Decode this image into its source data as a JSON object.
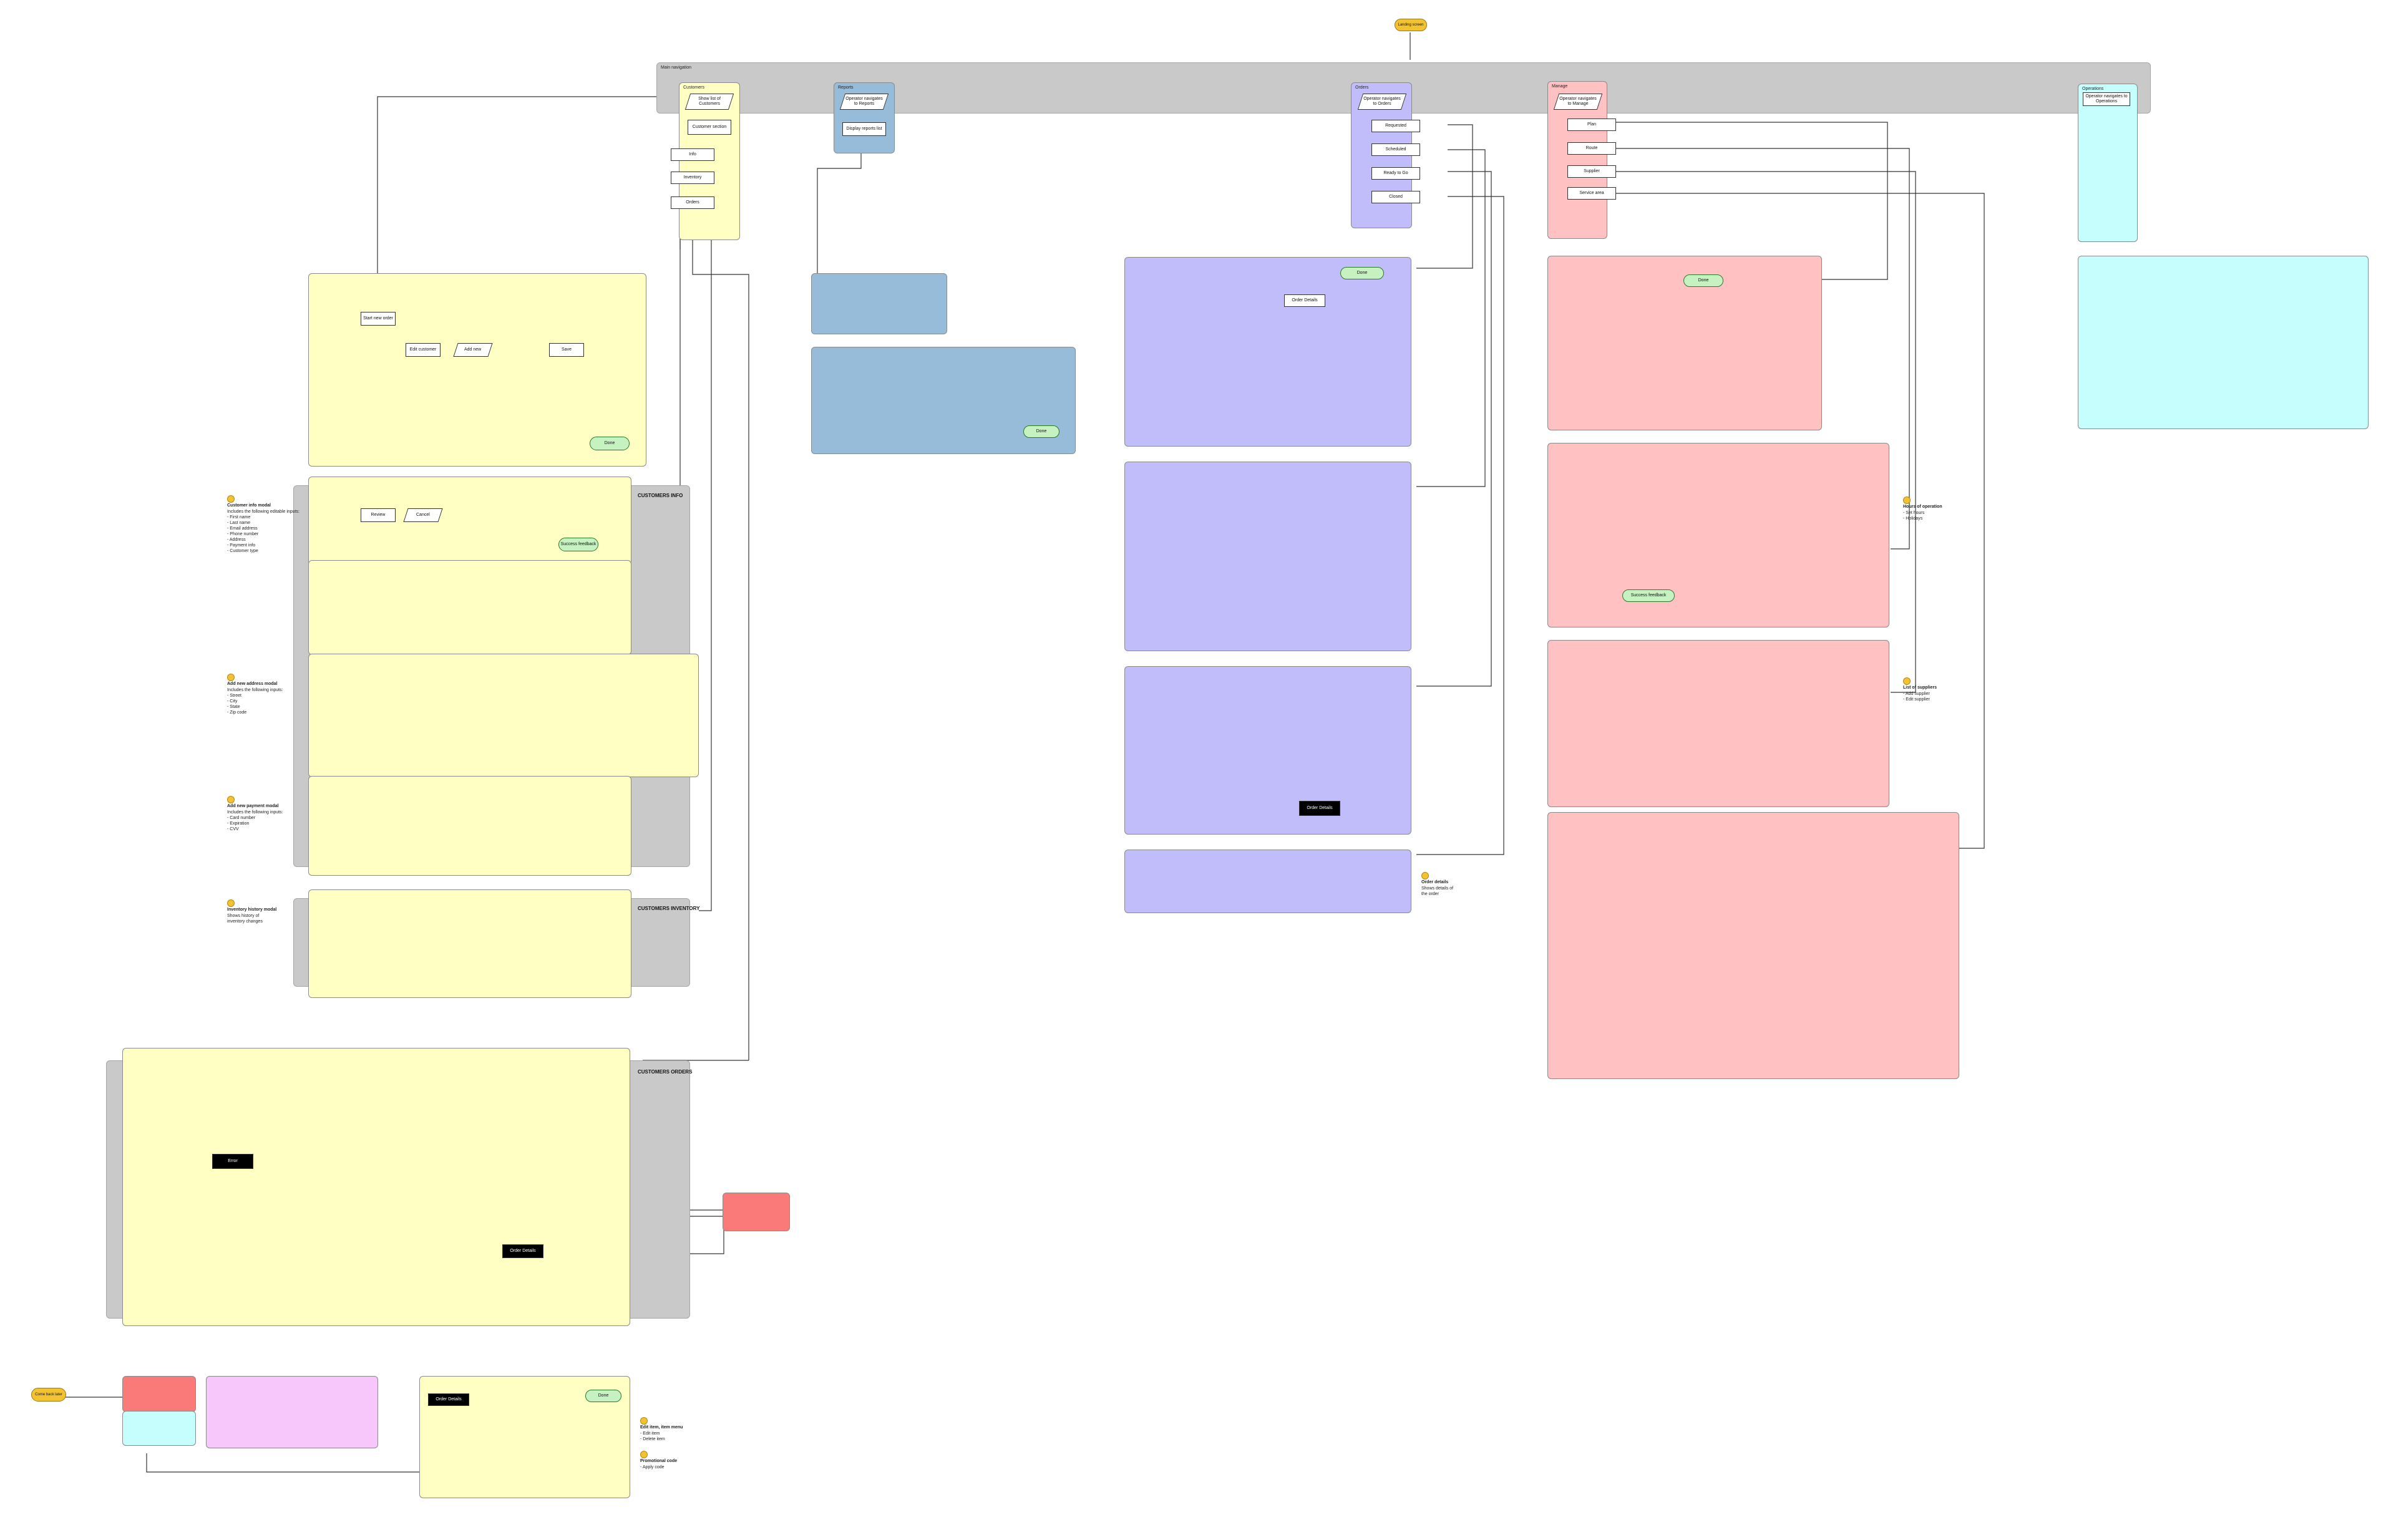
{
  "start": {
    "label": "Landing\nscreen"
  },
  "return": {
    "label": "Come back\nlater"
  },
  "header_bar": {
    "label": "Main navigation"
  },
  "sections": {
    "customers": {
      "label": "Customers"
    },
    "reports": {
      "label": "Reports"
    },
    "orders": {
      "label": "Orders"
    },
    "manage": {
      "label": "Manage"
    },
    "operations": {
      "label": "Operations"
    }
  },
  "side_labels": {
    "customers_info": "CUSTOMERS INFO",
    "customers_inventory": "CUSTOMERS INVENTORY",
    "customers_orders": "CUSTOMERS ORDERS"
  },
  "customers_menu": {
    "top": "Show list of\nCustomers",
    "sub": "Customer\nsection",
    "items": [
      "Info",
      "Inventory",
      "Orders"
    ]
  },
  "reports_menu": {
    "top": "Operator\nnavigates to\nReports",
    "sub": "Display\nreports list"
  },
  "orders_menu": {
    "top": "Operator\nnavigates to\nOrders",
    "items": [
      "Requested",
      "Scheduled",
      "Ready to Go",
      "Closed"
    ]
  },
  "manage_menu": {
    "top": "Operator\nnavigates to\nManage",
    "items": [
      "Plan",
      "Route",
      "Supplier",
      "Service area"
    ]
  },
  "operations_menu": {
    "top": "Operator navigates to\nOperations"
  },
  "flow_labels": {
    "order_details": "Order Details",
    "start_new": "Start new order",
    "edit_customer": "Edit customer",
    "add_new": "Add new",
    "save": "Save",
    "done": "Done",
    "review": "Review",
    "cancel": "Cancel",
    "success": "Success feedback",
    "error": "Error"
  },
  "notes": {
    "customer_info_title": "Customer info modal",
    "customer_info_body": "Includes the following editable inputs:\n- First name\n- Last name\n- Email address\n- Phone number\n- Address\n- Payment info\n- Customer type",
    "add_address_title": "Add new address modal",
    "add_address_body": "Includes the following inputs:\n- Street\n- City\n- State\n- Zip code",
    "add_payment_title": "Add new payment modal",
    "add_payment_body": "Includes the following inputs:\n- Card number\n- Expiration\n- CVV",
    "inventory_title": "Inventory history modal",
    "inventory_body": "Shows history of\ninventory changes",
    "edit_item_title": "Edit item, item menu",
    "edit_item_body": "- Edit item\n- Delete item",
    "promo_title": "Promotional code",
    "promo_body": "- Apply code",
    "order_details_title": "Order details",
    "order_details_body": "Shows details of\nthe order",
    "ops_title": "Hours of operation",
    "ops_body": "- Set hours\n- Holidays",
    "supplier_title": "List of suppliers",
    "supplier_body": "- Add supplier\n- Edit supplier"
  },
  "colors": {
    "gray": "#c9c9c9",
    "yellow": "#ffffc4",
    "blue": "#97bcd9",
    "purple": "#c1bdfb",
    "pink": "#ffc1c1",
    "cyan": "#c6fefe",
    "red": "#fa7a7a",
    "magenta": "#f7c6fa",
    "start": "#f2c230",
    "terminal": "#c5f2c0"
  }
}
